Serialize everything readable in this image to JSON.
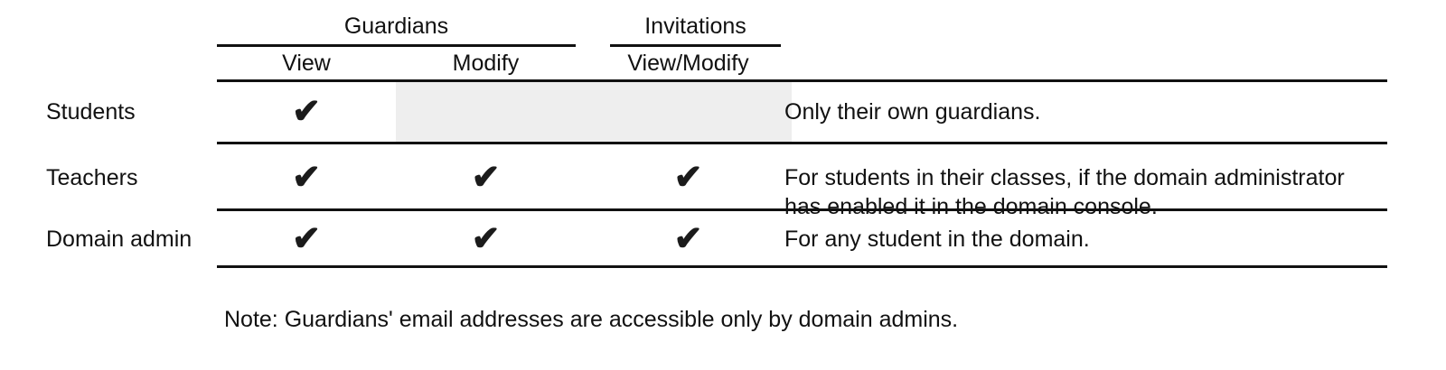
{
  "table": {
    "group_headers": [
      {
        "label": "Guardians",
        "spans": [
          "View",
          "Modify"
        ]
      },
      {
        "label": "Invitations",
        "spans": [
          "View/Modify"
        ]
      }
    ],
    "column_headers": {
      "guardians_view": "View",
      "guardians_modify": "Modify",
      "invitations_view_modify": "View/Modify"
    },
    "check_glyph": "✔",
    "rows": [
      {
        "label": "Students",
        "guardians_view": "✔",
        "guardians_modify": "",
        "invitations_view_modify": "",
        "description": "Only their own guardians.",
        "shaded": true
      },
      {
        "label": "Teachers",
        "guardians_view": "✔",
        "guardians_modify": "✔",
        "invitations_view_modify": "✔",
        "description": "For students in their classes, if the domain administrator has enabled it in the domain console.",
        "shaded": false
      },
      {
        "label": "Domain admin",
        "guardians_view": "✔",
        "guardians_modify": "✔",
        "invitations_view_modify": "✔",
        "description": "For any student in the domain.",
        "shaded": false
      }
    ],
    "footnote": "Note: Guardians' email addresses are accessible only by domain admins.",
    "colors": {
      "rule": "#111111",
      "text": "#111111",
      "shade": "#eeeeee",
      "background": "#ffffff"
    }
  }
}
